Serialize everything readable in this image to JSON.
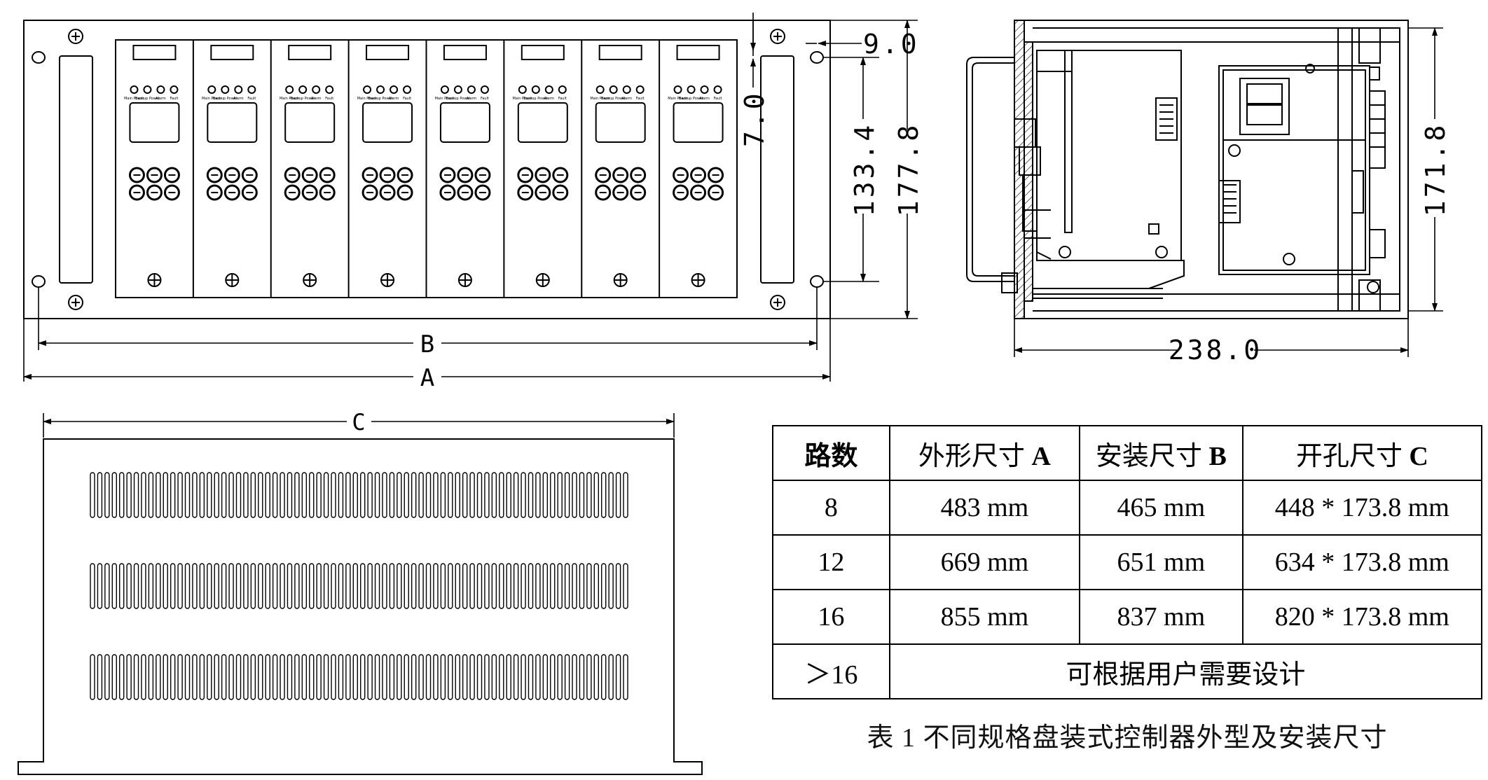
{
  "drawings": {
    "front_view": {
      "module_count": 8,
      "indicator_labels": [
        "Main Power",
        "Backup Power",
        "Alarm",
        "Fault"
      ],
      "dim_labels": {
        "b": "B",
        "a": "A",
        "offset_9": "9.0",
        "offset_7": "7.0",
        "height_133": "133.4",
        "height_177": "177.8"
      }
    },
    "side_view": {
      "dim_labels": {
        "depth": "238.0",
        "height": "171.8"
      }
    },
    "top_view": {
      "dim_labels": {
        "c": "C"
      },
      "vent_rows": 3
    }
  },
  "table": {
    "headers": [
      {
        "text": "路数",
        "letter": ""
      },
      {
        "text": "外形尺寸 ",
        "letter": "A"
      },
      {
        "text": "安装尺寸 ",
        "letter": "B"
      },
      {
        "text": "开孔尺寸 ",
        "letter": "C"
      }
    ],
    "rows": [
      {
        "channels": "8",
        "outer": "483 mm",
        "mount": "465 mm",
        "cutout": "448 * 173.8 mm"
      },
      {
        "channels": "12",
        "outer": "669 mm",
        "mount": "651 mm",
        "cutout": "634 * 173.8 mm"
      },
      {
        "channels": "16",
        "outer": "855 mm",
        "mount": "837 mm",
        "cutout": "820 * 173.8 mm"
      }
    ],
    "last_row": {
      "channels": "＞16",
      "note": "可根据用户需要设计"
    },
    "caption": "表 1  不同规格盘装式控制器外型及安装尺寸"
  }
}
